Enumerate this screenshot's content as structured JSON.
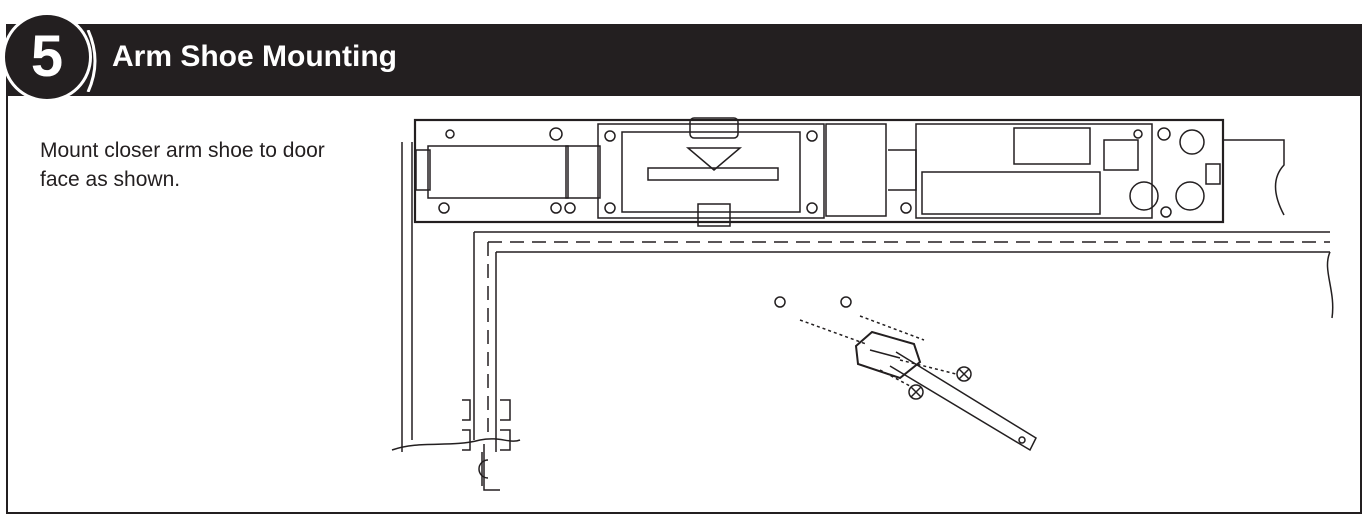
{
  "header": {
    "step_number": "5",
    "title": "Arm Shoe Mounting"
  },
  "instruction": {
    "text": "Mount closer arm shoe to door face as shown."
  },
  "diagram": {
    "centerline_symbol": "centerline-icon"
  },
  "colors": {
    "ink": "#231f20",
    "background": "#ffffff"
  }
}
